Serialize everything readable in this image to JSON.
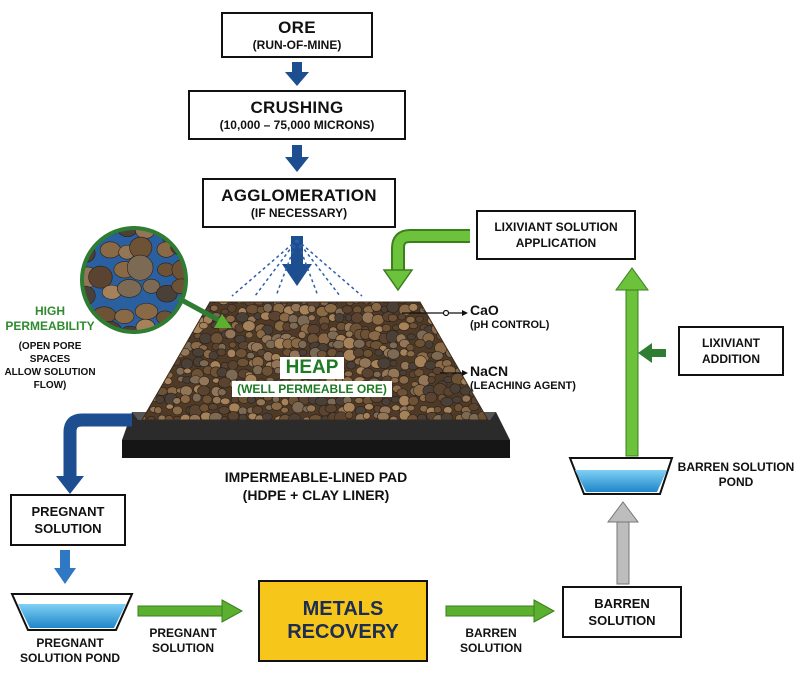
{
  "boxes": {
    "ore": {
      "title": "ORE",
      "sub": "(RUN-OF-MINE)"
    },
    "crushing": {
      "title": "CRUSHING",
      "sub": "(10,000 – 75,000 MICRONS)"
    },
    "agglomeration": {
      "title": "AGGLOMERATION",
      "sub": "(IF NECESSARY)"
    },
    "lixiviant_application": {
      "line1": "LIXIVIANT SOLUTION",
      "line2": "APPLICATION"
    },
    "lixiviant_addition": {
      "line1": "LIXIVIANT",
      "line2": "ADDITION"
    },
    "pregnant_solution": {
      "line1": "PREGNANT",
      "line2": "SOLUTION"
    },
    "metals_recovery": {
      "line1": "METALS",
      "line2": "RECOVERY"
    },
    "barren_solution": {
      "line1": "BARREN",
      "line2": "SOLUTION"
    }
  },
  "heap": {
    "title": "HEAP",
    "sub": "(WELL PERMEABLE ORE)"
  },
  "high_permeability": {
    "title1": "HIGH",
    "title2": "PERMEABILITY",
    "desc1": "(OPEN PORE SPACES",
    "desc2": "ALLOW SOLUTION",
    "desc3": "FLOW)"
  },
  "reagents": {
    "cao": {
      "name": "CaO",
      "desc": "(pH CONTROL)"
    },
    "nacn": {
      "name": "NaCN",
      "desc": "(LEACHING AGENT)"
    }
  },
  "pad": {
    "line1": "IMPERMEABLE-LINED PAD",
    "line2": "(HDPE + CLAY LINER)"
  },
  "ponds": {
    "pregnant": {
      "line1": "PREGNANT",
      "line2": "SOLUTION POND"
    },
    "barren": {
      "line1": "BARREN SOLUTION",
      "line2": "POND"
    }
  },
  "flow_labels": {
    "pregnant": {
      "line1": "PREGNANT",
      "line2": "SOLUTION"
    },
    "barren": {
      "line1": "BARREN",
      "line2": "SOLUTION"
    }
  },
  "colors": {
    "blue_arrow": "#1d4e8f",
    "green_arrow": "#5cb030",
    "gray_arrow": "#a9a9a9",
    "pond_water": "#3fa9e0",
    "metals": "#f6c61a",
    "heap_text": "#1f7a24"
  }
}
